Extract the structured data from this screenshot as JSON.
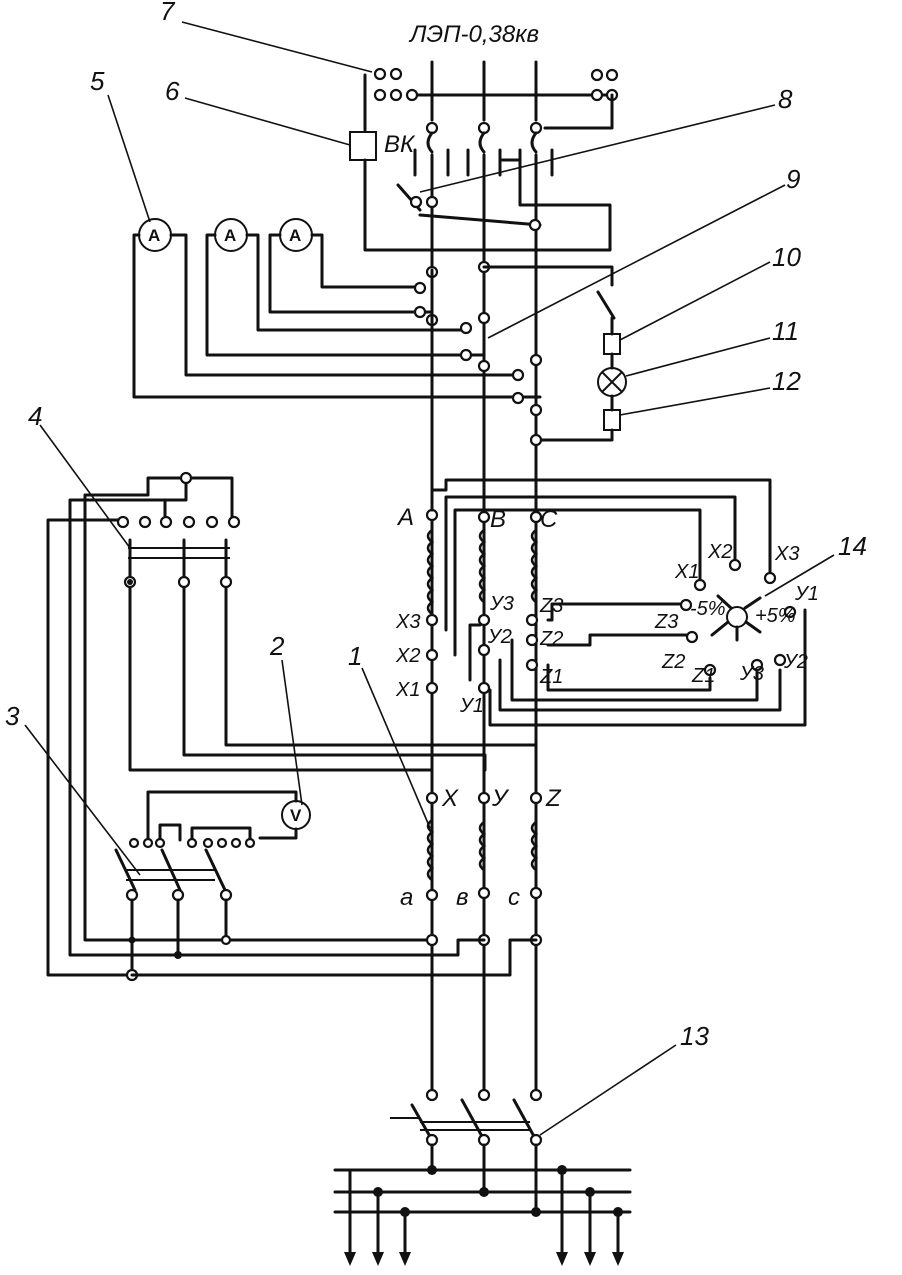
{
  "diagram": {
    "title": "ЛЭП-0,38кв",
    "switch_label": "ВК",
    "callouts": [
      "1",
      "2",
      "3",
      "4",
      "5",
      "6",
      "7",
      "8",
      "9",
      "10",
      "11",
      "12",
      "13",
      "14"
    ],
    "phase_labels": {
      "A": "A",
      "B": "B",
      "C": "C"
    },
    "winding_taps": {
      "x3": "X3",
      "x2": "X2",
      "x1": "X1",
      "y3": "У3",
      "y2": "У2",
      "y1": "У1",
      "z3": "Z3",
      "z2": "Z2",
      "z1": "Z1"
    },
    "switch_taps": {
      "x1": "X1",
      "x2": "X2",
      "x3": "X3",
      "z3": "Z3",
      "z2": "Z2",
      "z1": "Z1",
      "y1": "У1",
      "y2": "У2",
      "y3": "У3"
    },
    "tap_percent": {
      "minus": "-5%",
      "plus": "+5%"
    },
    "secondary_labels": {
      "x": "X",
      "y": "У",
      "z": "Z",
      "a": "a",
      "b": "в",
      "c": "c"
    },
    "meters": {
      "ammeter": "A",
      "voltmeter": "V"
    }
  }
}
